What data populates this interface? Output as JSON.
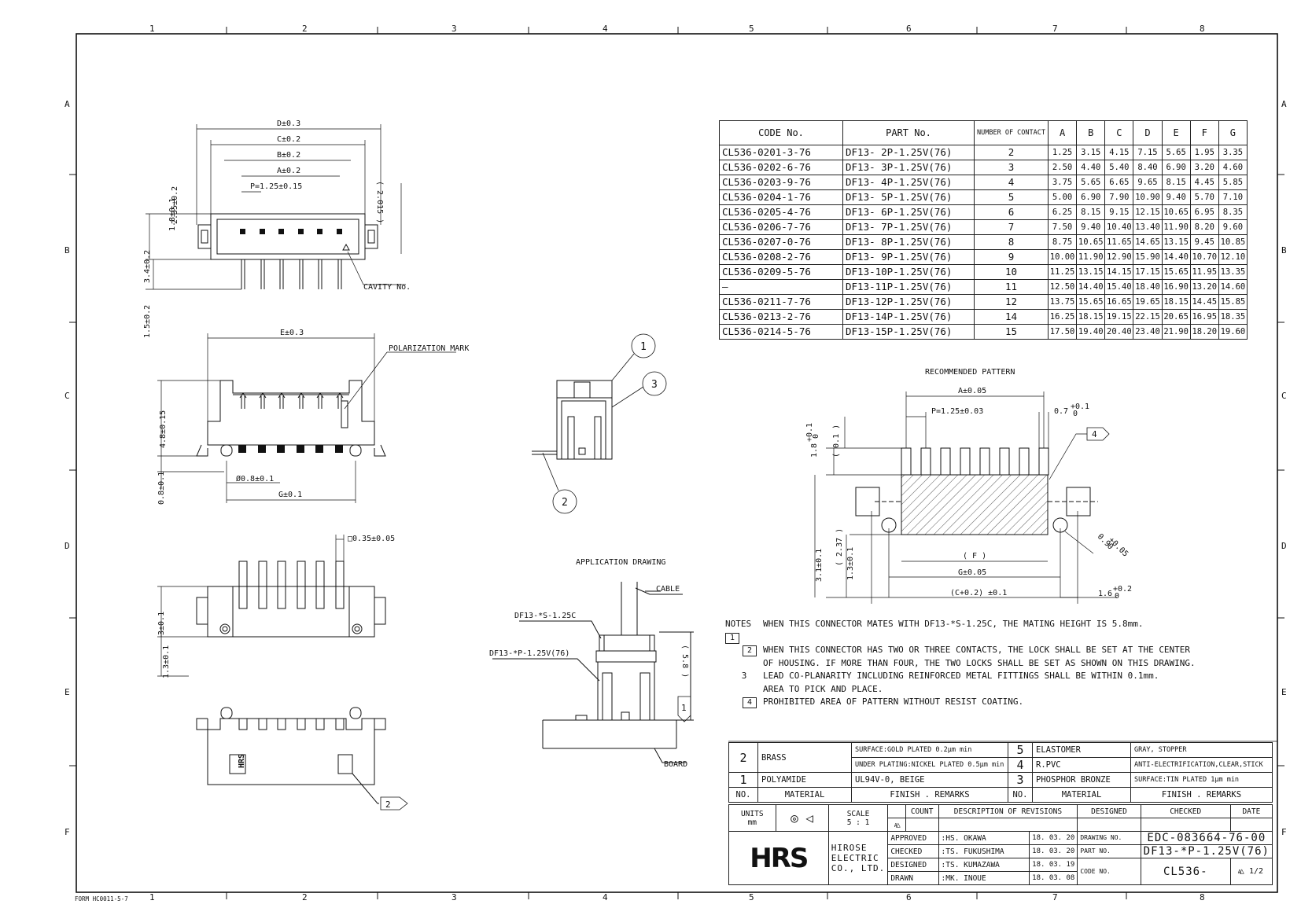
{
  "frame": {
    "col_labels": [
      "1",
      "2",
      "3",
      "4",
      "5",
      "6",
      "7",
      "8"
    ],
    "row_labels": [
      "A",
      "B",
      "C",
      "D",
      "E",
      "F"
    ],
    "form_no": "FORM HC0011-5-7"
  },
  "drawing": {
    "top_view": {
      "dims": [
        "D±0.3",
        "C±0.2",
        "B±0.2",
        "A±0.2",
        "P=1.25±0.15"
      ],
      "left_dims": [
        "2.35±0.2",
        "1.8±0.1",
        "3.4±0.2",
        "1.5±0.2"
      ],
      "right_dim": "( 2.015 )",
      "cavity_label": "CAVITY No."
    },
    "front_view": {
      "top_dim": "E±0.3",
      "polarization": "POLARIZATION MARK",
      "left_dims": [
        "4.8±0.15",
        "0.8±0.1"
      ],
      "hole_dim": "Ø0.8±0.1",
      "bottom_dim": "G±0.1"
    },
    "bottom_view": {
      "pin_dim": "□0.35±0.05",
      "left_dims": [
        "3±0.1",
        "1.3±0.1"
      ]
    },
    "side_callouts": [
      "1",
      "3",
      "2"
    ],
    "application": {
      "title": "APPLICATION DRAWING",
      "cable": "CABLE",
      "mate": "DF13-*S-1.25C",
      "part": "DF13-*P-1.25V(76)",
      "height": "( 5.8 )",
      "board": "BOARD",
      "flag": "1"
    },
    "pattern": {
      "title": "RECOMMENDED PATTERN",
      "a": "A±0.05",
      "p": "P=1.25±0.03",
      "pad_w": "0.7",
      "pad_w_tol": "+0.1",
      "pad_w_tol2": "0",
      "pad_h": "1.8",
      "pad_h_tol": "+0.1",
      "pad_h_tol2": "0",
      "paren1": "( 0.1 )",
      "paren2": "( 2.37 )",
      "h1": "3.1±0.1",
      "h2": "1.3±0.1",
      "f": "( F )",
      "g": "G±0.05",
      "c": "(C+0.2) ±0.1",
      "hole": "0.9",
      "hole_tol": "+0.05",
      "hole_tol2": "0",
      "pitch2": "1.6",
      "pitch2_tol": "+0.2",
      "pitch2_tol2": "0",
      "flag": "4"
    },
    "bottom_flag": "2"
  },
  "parts_table": {
    "headers": [
      "CODE No.",
      "PART No.",
      "NUMBER OF CONTACT",
      "A",
      "B",
      "C",
      "D",
      "E",
      "F",
      "G"
    ],
    "rows": [
      [
        "CL536-0201-3-76",
        "DF13- 2P-1.25V(76)",
        "2",
        "1.25",
        "3.15",
        "4.15",
        "7.15",
        "5.65",
        "1.95",
        "3.35"
      ],
      [
        "CL536-0202-6-76",
        "DF13- 3P-1.25V(76)",
        "3",
        "2.50",
        "4.40",
        "5.40",
        "8.40",
        "6.90",
        "3.20",
        "4.60"
      ],
      [
        "CL536-0203-9-76",
        "DF13- 4P-1.25V(76)",
        "4",
        "3.75",
        "5.65",
        "6.65",
        "9.65",
        "8.15",
        "4.45",
        "5.85"
      ],
      [
        "CL536-0204-1-76",
        "DF13- 5P-1.25V(76)",
        "5",
        "5.00",
        "6.90",
        "7.90",
        "10.90",
        "9.40",
        "5.70",
        "7.10"
      ],
      [
        "CL536-0205-4-76",
        "DF13- 6P-1.25V(76)",
        "6",
        "6.25",
        "8.15",
        "9.15",
        "12.15",
        "10.65",
        "6.95",
        "8.35"
      ],
      [
        "CL536-0206-7-76",
        "DF13- 7P-1.25V(76)",
        "7",
        "7.50",
        "9.40",
        "10.40",
        "13.40",
        "11.90",
        "8.20",
        "9.60"
      ],
      [
        "CL536-0207-0-76",
        "DF13- 8P-1.25V(76)",
        "8",
        "8.75",
        "10.65",
        "11.65",
        "14.65",
        "13.15",
        "9.45",
        "10.85"
      ],
      [
        "CL536-0208-2-76",
        "DF13- 9P-1.25V(76)",
        "9",
        "10.00",
        "11.90",
        "12.90",
        "15.90",
        "14.40",
        "10.70",
        "12.10"
      ],
      [
        "CL536-0209-5-76",
        "DF13-10P-1.25V(76)",
        "10",
        "11.25",
        "13.15",
        "14.15",
        "17.15",
        "15.65",
        "11.95",
        "13.35"
      ],
      [
        "—",
        "DF13-11P-1.25V(76)",
        "11",
        "12.50",
        "14.40",
        "15.40",
        "18.40",
        "16.90",
        "13.20",
        "14.60"
      ],
      [
        "CL536-0211-7-76",
        "DF13-12P-1.25V(76)",
        "12",
        "13.75",
        "15.65",
        "16.65",
        "19.65",
        "18.15",
        "14.45",
        "15.85"
      ],
      [
        "CL536-0213-2-76",
        "DF13-14P-1.25V(76)",
        "14",
        "16.25",
        "18.15",
        "19.15",
        "22.15",
        "20.65",
        "16.95",
        "18.35"
      ],
      [
        "CL536-0214-5-76",
        "DF13-15P-1.25V(76)",
        "15",
        "17.50",
        "19.40",
        "20.40",
        "23.40",
        "21.90",
        "18.20",
        "19.60"
      ]
    ]
  },
  "notes": {
    "label": "NOTES",
    "items": [
      {
        "mark": "1",
        "text": "WHEN THIS CONNECTOR MATES WITH DF13-*S-1.25C, THE MATING HEIGHT IS 5.8mm."
      },
      {
        "mark": "2",
        "text": "WHEN THIS CONNECTOR HAS TWO OR THREE CONTACTS, THE LOCK SHALL BE SET AT THE CENTER"
      },
      {
        "mark": "",
        "text": "OF HOUSING. IF MORE THAN FOUR, THE TWO LOCKS SHALL BE SET AS SHOWN ON THIS DRAWING."
      },
      {
        "mark": "3",
        "text": "LEAD CO-PLANARITY INCLUDING REINFORCED METAL FITTINGS SHALL BE WITHIN 0.1mm."
      },
      {
        "mark": "",
        "text": "AREA TO PICK AND PLACE."
      },
      {
        "mark": "4",
        "text": "PROHIBITED AREA OF PATTERN WITHOUT RESIST COATING."
      }
    ]
  },
  "materials": {
    "rows": [
      {
        "no": "2",
        "material": "BRASS",
        "finish1": "SURFACE:GOLD PLATED 0.2μm min",
        "finish2": "UNDER PLATING:NICKEL PLATED 0.5μm min",
        "no2": "5",
        "material2": "ELASTOMER",
        "finish_b": "GRAY, STOPPER"
      },
      {
        "no": "",
        "material": "",
        "finish1": "",
        "finish2": "",
        "no2": "4",
        "material2": "R.PVC",
        "finish_b": "ANTI-ELECTRIFICATION,CLEAR,STICK"
      },
      {
        "no": "1",
        "material": "POLYAMIDE",
        "finish1": "UL94V-0, BEIGE",
        "finish2": "",
        "no2": "3",
        "material2": "PHOSPHOR BRONZE",
        "finish_b": "SURFACE:TIN PLATED 1μm min"
      }
    ],
    "header": {
      "no": "NO.",
      "material": "MATERIAL",
      "finish": "FINISH . REMARKS"
    }
  },
  "title_block": {
    "units_label": "UNITS",
    "units": "mm",
    "scale_label": "SCALE",
    "scale": "5 : 1",
    "count": "COUNT",
    "revisions": "DESCRIPTION OF REVISIONS",
    "designed": "DESIGNED",
    "checked": "CHECKED",
    "date": "DATE",
    "rev_mark": "A",
    "logo": "HRS",
    "company": [
      "HIROSE",
      "ELECTRIC",
      "CO., LTD."
    ],
    "approved": {
      "role": "APPROVED",
      "name": ":HS. OKAWA",
      "date": "18. 03. 20"
    },
    "checked_by": {
      "role": "CHECKED",
      "name": ":TS. FUKUSHIMA",
      "date": "18. 03. 20"
    },
    "designed_by": {
      "role": "DESIGNED",
      "name": ":TS. KUMAZAWA",
      "date": "18. 03. 19"
    },
    "drawn": {
      "role": "DRAWN",
      "name": ":MK. INOUE",
      "date": "18. 03. 08"
    },
    "drawing_no_label": "DRAWING NO.",
    "drawing_no": "EDC-083664-76-00",
    "part_no_label": "PART NO.",
    "part_no": "DF13-*P-1.25V(76)",
    "code_no_label": "CODE NO.",
    "code_no": "CL536-",
    "sheet_rev": "A",
    "sheet": "1/2"
  }
}
